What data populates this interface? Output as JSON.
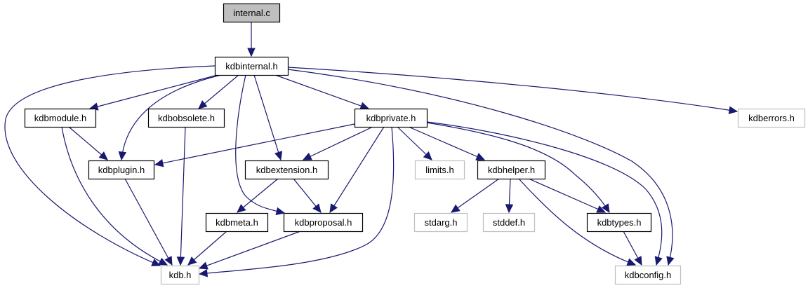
{
  "graph": {
    "type": "include-dependency-graph",
    "colors": {
      "edge": "#191970",
      "root_fill": "#bfbfbf",
      "root_border": "#000000",
      "internal_fill": "#ffffff",
      "internal_border": "#000000",
      "external_fill": "#ffffff",
      "external_border": "#bfbfbf"
    },
    "nodes": [
      {
        "id": "internal_c",
        "label": "internal.c",
        "kind": "root"
      },
      {
        "id": "kdbinternal_h",
        "label": "kdbinternal.h",
        "kind": "internal"
      },
      {
        "id": "kdbmodule_h",
        "label": "kdbmodule.h",
        "kind": "internal"
      },
      {
        "id": "kdbobsolete_h",
        "label": "kdbobsolete.h",
        "kind": "internal"
      },
      {
        "id": "kdbprivate_h",
        "label": "kdbprivate.h",
        "kind": "internal"
      },
      {
        "id": "kdberrors_h",
        "label": "kdberrors.h",
        "kind": "external"
      },
      {
        "id": "kdbplugin_h",
        "label": "kdbplugin.h",
        "kind": "internal"
      },
      {
        "id": "kdbextension_h",
        "label": "kdbextension.h",
        "kind": "internal"
      },
      {
        "id": "limits_h",
        "label": "limits.h",
        "kind": "external"
      },
      {
        "id": "kdbhelper_h",
        "label": "kdbhelper.h",
        "kind": "internal"
      },
      {
        "id": "kdbmeta_h",
        "label": "kdbmeta.h",
        "kind": "internal"
      },
      {
        "id": "kdbproposal_h",
        "label": "kdbproposal.h",
        "kind": "internal"
      },
      {
        "id": "stdarg_h",
        "label": "stdarg.h",
        "kind": "external"
      },
      {
        "id": "stddef_h",
        "label": "stddef.h",
        "kind": "external"
      },
      {
        "id": "kdbtypes_h",
        "label": "kdbtypes.h",
        "kind": "internal"
      },
      {
        "id": "kdb_h",
        "label": "kdb.h",
        "kind": "external"
      },
      {
        "id": "kdbconfig_h",
        "label": "kdbconfig.h",
        "kind": "external"
      }
    ],
    "edges": [
      {
        "from": "internal_c",
        "to": "kdbinternal_h"
      },
      {
        "from": "kdbinternal_h",
        "to": "kdb_h"
      },
      {
        "from": "kdbinternal_h",
        "to": "kdbmodule_h"
      },
      {
        "from": "kdbinternal_h",
        "to": "kdbplugin_h"
      },
      {
        "from": "kdbinternal_h",
        "to": "kdbobsolete_h"
      },
      {
        "from": "kdbinternal_h",
        "to": "kdbproposal_h"
      },
      {
        "from": "kdbinternal_h",
        "to": "kdbextension_h"
      },
      {
        "from": "kdbinternal_h",
        "to": "kdbprivate_h"
      },
      {
        "from": "kdbinternal_h",
        "to": "kdbconfig_h"
      },
      {
        "from": "kdbinternal_h",
        "to": "kdberrors_h"
      },
      {
        "from": "kdbmodule_h",
        "to": "kdbplugin_h"
      },
      {
        "from": "kdbmodule_h",
        "to": "kdb_h"
      },
      {
        "from": "kdbobsolete_h",
        "to": "kdb_h"
      },
      {
        "from": "kdbprivate_h",
        "to": "kdbplugin_h"
      },
      {
        "from": "kdbprivate_h",
        "to": "kdbextension_h"
      },
      {
        "from": "kdbprivate_h",
        "to": "kdbproposal_h"
      },
      {
        "from": "kdbprivate_h",
        "to": "kdb_h"
      },
      {
        "from": "kdbprivate_h",
        "to": "limits_h"
      },
      {
        "from": "kdbprivate_h",
        "to": "kdbhelper_h"
      },
      {
        "from": "kdbprivate_h",
        "to": "kdbtypes_h"
      },
      {
        "from": "kdbprivate_h",
        "to": "kdbconfig_h"
      },
      {
        "from": "kdbplugin_h",
        "to": "kdb_h"
      },
      {
        "from": "kdbextension_h",
        "to": "kdbmeta_h"
      },
      {
        "from": "kdbextension_h",
        "to": "kdbproposal_h"
      },
      {
        "from": "kdbhelper_h",
        "to": "stdarg_h"
      },
      {
        "from": "kdbhelper_h",
        "to": "stddef_h"
      },
      {
        "from": "kdbhelper_h",
        "to": "kdbtypes_h"
      },
      {
        "from": "kdbhelper_h",
        "to": "kdbconfig_h"
      },
      {
        "from": "kdbmeta_h",
        "to": "kdb_h"
      },
      {
        "from": "kdbproposal_h",
        "to": "kdb_h"
      },
      {
        "from": "kdbtypes_h",
        "to": "kdbconfig_h"
      }
    ]
  }
}
